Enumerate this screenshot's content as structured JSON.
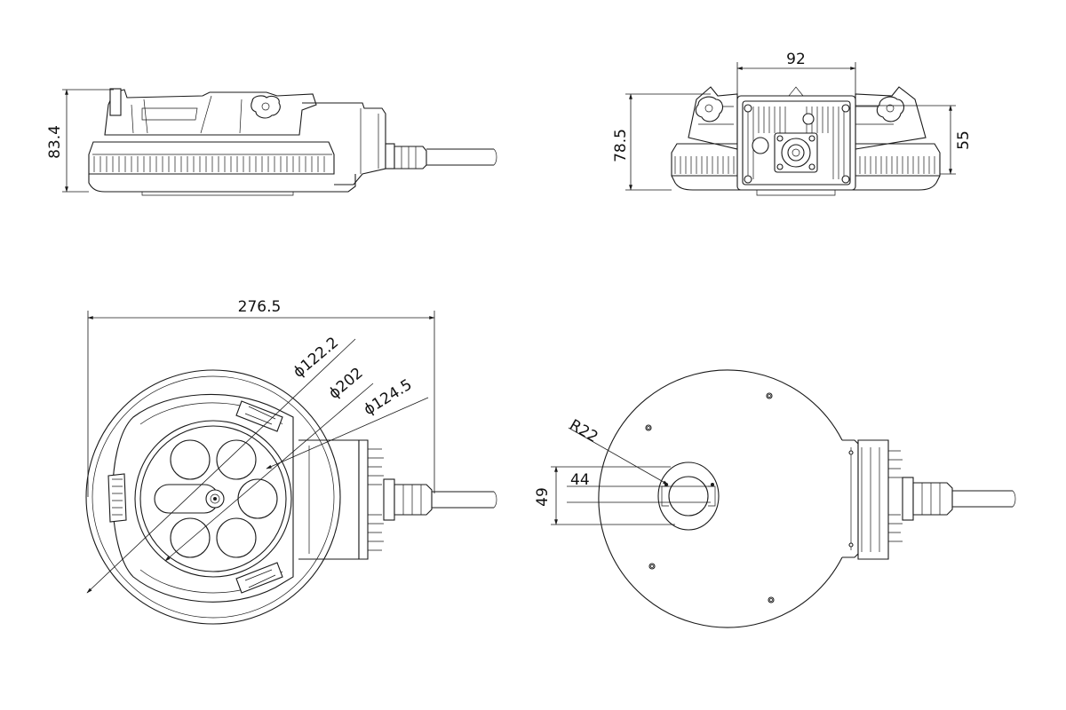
{
  "dimensions": {
    "side_height": "83.4",
    "front_height": "78.5",
    "front_width": "92",
    "front_inner_height": "55",
    "top_width": "276.5",
    "top_dia_1": "ϕ122.2",
    "top_dia_2": "ϕ202",
    "top_dia_3": "ϕ124.5",
    "bottom_radius": "R22",
    "bottom_width": "44",
    "bottom_height": "49"
  }
}
